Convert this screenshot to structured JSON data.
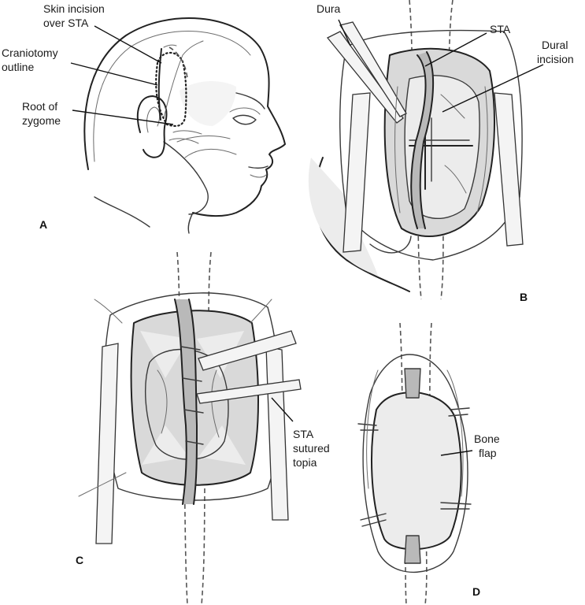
{
  "panels": {
    "a": {
      "letter": "A",
      "labels": {
        "skin_incision": [
          "Skin incision",
          "over STA"
        ],
        "craniotomy": [
          "Craniotomy",
          "outline"
        ],
        "root": [
          "Root of",
          "zygome"
        ]
      }
    },
    "b": {
      "letter": "B",
      "labels": {
        "dura": "Dura",
        "sta": "STA",
        "dural_incision": [
          "Dural",
          "incision"
        ]
      }
    },
    "c": {
      "letter": "C",
      "labels": {
        "sta_sutured": [
          "STA",
          "sutured",
          "topia"
        ]
      }
    },
    "d": {
      "letter": "D",
      "labels": {
        "bone_flap": [
          "Bone",
          "flap"
        ]
      }
    }
  }
}
